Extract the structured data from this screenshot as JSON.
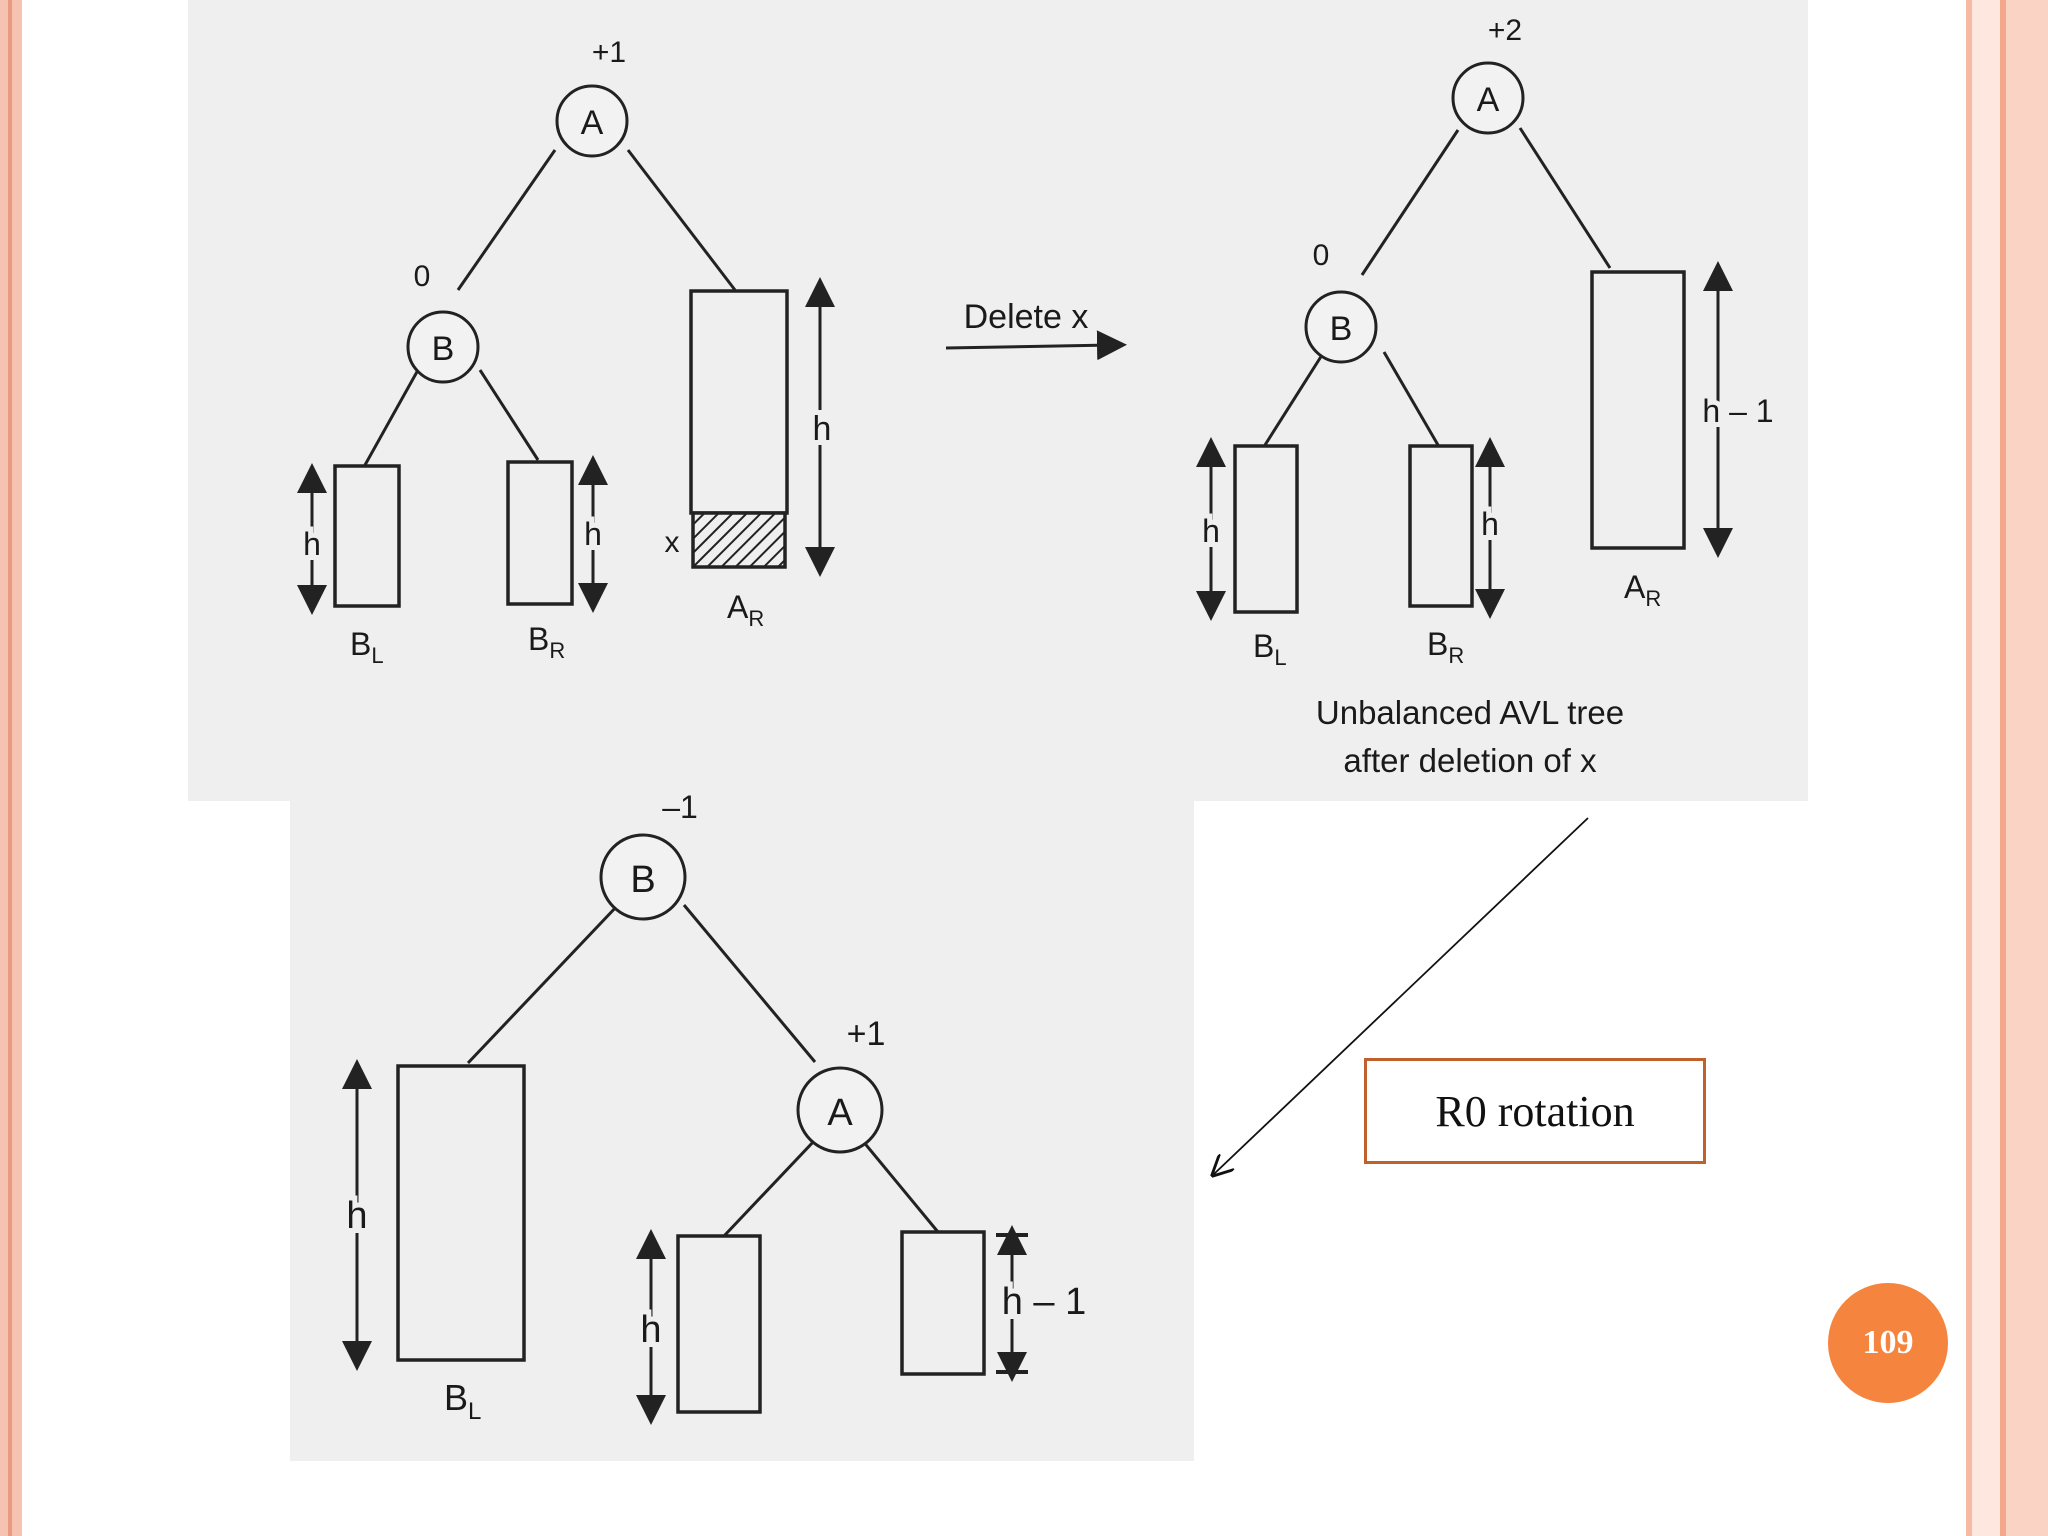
{
  "colors": {
    "frame": "#f6c3b2",
    "badge": "#f5843f",
    "rotation_box_border": "#c0602c"
  },
  "diagram": {
    "before": {
      "node_a": {
        "label": "A",
        "balance": "+1"
      },
      "node_b": {
        "label": "B",
        "balance": "0"
      },
      "height_bl": "h",
      "height_br": "h",
      "height_ar": "h",
      "deleted_marker": "x",
      "sub_bl": {
        "base": "B",
        "sub": "L"
      },
      "sub_br": {
        "base": "B",
        "sub": "R"
      },
      "sub_ar": {
        "base": "A",
        "sub": "R"
      }
    },
    "operation": "Delete x",
    "after": {
      "node_a": {
        "label": "A",
        "balance": "+2"
      },
      "node_b": {
        "label": "B",
        "balance": "0"
      },
      "height_bl": "h",
      "height_br": "h",
      "height_ar": "h – 1",
      "sub_bl": {
        "base": "B",
        "sub": "L"
      },
      "sub_br": {
        "base": "B",
        "sub": "R"
      },
      "sub_ar": {
        "base": "A",
        "sub": "R"
      },
      "caption_line1": "Unbalanced AVL tree",
      "caption_line2": "after deletion of x"
    },
    "rotated": {
      "node_b": {
        "label": "B",
        "balance": "–1"
      },
      "node_a": {
        "label": "A",
        "balance": "+1"
      },
      "height_bl": "h",
      "height_a_left": "h",
      "height_a_right": "h – 1",
      "sub_bl": {
        "base": "B",
        "sub": "L"
      }
    }
  },
  "rotation_label": "R0 rotation",
  "page_number": "109"
}
